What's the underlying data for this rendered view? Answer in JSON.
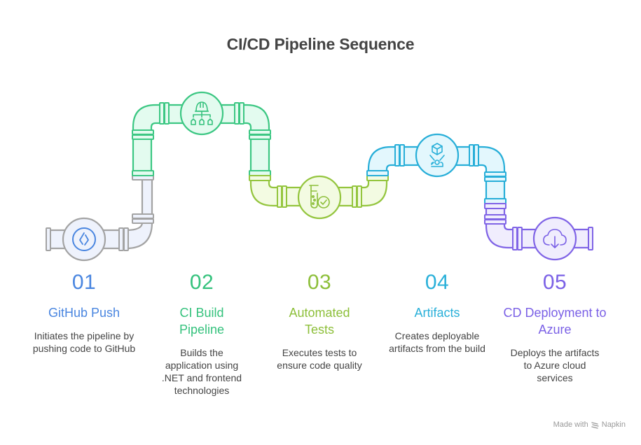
{
  "title": "CI/CD Pipeline Sequence",
  "steps": [
    {
      "number": "01",
      "title": "GitHub Push",
      "description": "Initiates the pipeline by pushing code to GitHub",
      "icon": "github-drop-icon",
      "color": "#4a86e0",
      "pipe_stroke": "#a3a3a3",
      "pipe_fill": "#eef2fc"
    },
    {
      "number": "02",
      "title": "CI Build Pipeline",
      "description": "Builds the application using .NET and frontend technologies",
      "icon": "hardhat-hierarchy-icon",
      "color": "#35c27d",
      "pipe_stroke": "#3cc783",
      "pipe_fill": "#e3fbef"
    },
    {
      "number": "03",
      "title": "Automated Tests",
      "description": "Executes tests to ensure code quality",
      "icon": "test-tube-check-icon",
      "color": "#8dbf3a",
      "pipe_stroke": "#94c53e",
      "pipe_fill": "#f3fbe2"
    },
    {
      "number": "04",
      "title": "Artifacts",
      "description": "Creates deployable artifacts from the build",
      "icon": "package-build-icon",
      "color": "#2ab0d9",
      "pipe_stroke": "#27aed8",
      "pipe_fill": "#e3f7fd"
    },
    {
      "number": "05",
      "title": "CD Deployment to Azure",
      "description": "Deploys the artifacts to Azure cloud services",
      "icon": "cloud-download-icon",
      "color": "#7b61e6",
      "pipe_stroke": "#8064e6",
      "pipe_fill": "#f0edfd"
    }
  ],
  "footer": {
    "made_with": "Made with",
    "brand": "Napkin"
  }
}
